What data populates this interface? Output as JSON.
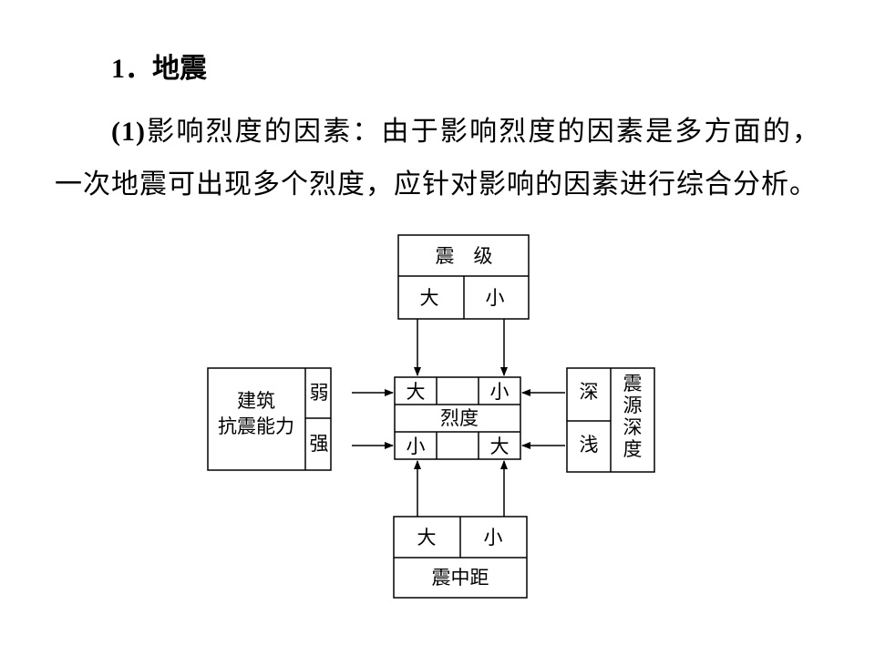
{
  "heading": {
    "number": "1．",
    "title": "地震"
  },
  "paragraph": {
    "label": "(1)",
    "text": "影响烈度的因素：由于影响烈度的因素是多方面的，一次地震可出现多个烈度，应针对影响的因素进行综合分析。"
  },
  "diagram": {
    "magnitude": {
      "title": "震　级",
      "left": "大",
      "right": "小"
    },
    "building": {
      "title_line1": "建筑",
      "title_line2": "抗震能力",
      "top": "弱",
      "bottom": "强"
    },
    "intensity": {
      "top_left": "大",
      "top_right": "小",
      "center": "烈度",
      "bottom_left": "小",
      "bottom_right": "大"
    },
    "depth": {
      "title": [
        "震",
        "源",
        "深",
        "度"
      ],
      "top": "深",
      "bottom": "浅"
    },
    "distance": {
      "left": "大",
      "right": "小",
      "title": "震中距"
    }
  }
}
